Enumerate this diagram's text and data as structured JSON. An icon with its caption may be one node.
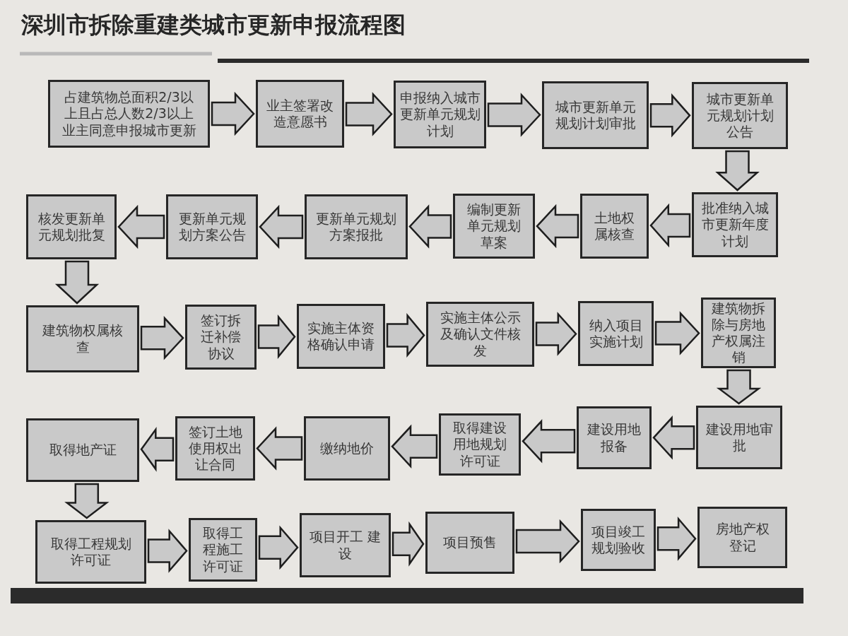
{
  "diagram": {
    "title": "深圳市拆除重建类城市更新申报流程图",
    "nodes": [
      {
        "text": [
          "占建筑物总面积2/3以上且占总人数2/3以上业主同意申报城市更新"
        ]
      },
      {
        "text": [
          "业主签署改造意愿书"
        ]
      },
      {
        "text": [
          "申报纳入城市更新单元规划计划"
        ]
      },
      {
        "text": [
          "城市更新单元规划计划审批"
        ]
      },
      {
        "text": [
          "城市更新单元规划计划公告"
        ]
      },
      {
        "text": [
          "批准纳入城市更新年度计划"
        ]
      },
      {
        "text": [
          "土地权属核查"
        ]
      },
      {
        "text": [
          "编制更新单元规划草案"
        ]
      },
      {
        "text": [
          "更新单元规划方案报批"
        ]
      },
      {
        "text": [
          "更新单元规划方案公告"
        ]
      },
      {
        "text": [
          "核发更新单元规划批复"
        ]
      },
      {
        "text": [
          "建筑物权属核查"
        ]
      },
      {
        "text": [
          "签订拆迁补偿协议"
        ]
      },
      {
        "text": [
          "实施主体资格确认申请"
        ]
      },
      {
        "text": [
          "实施主体公示及确认文件核发"
        ]
      },
      {
        "text": [
          "纳入项目实施计划"
        ]
      },
      {
        "text": [
          "建筑物拆除与房地产权属注销"
        ]
      },
      {
        "text": [
          "建设用地审批"
        ]
      },
      {
        "text": [
          "建设用地报备"
        ]
      },
      {
        "text": [
          "取得建设用地规划许可证"
        ]
      },
      {
        "text": [
          "缴纳地价"
        ]
      },
      {
        "text": [
          "签订土地使用权出让合同"
        ]
      },
      {
        "text": [
          "取得地产证"
        ]
      },
      {
        "text": [
          "取得工程规划许可证"
        ]
      },
      {
        "text": [
          "取得工程施工许可证"
        ]
      },
      {
        "text": [
          "项目开工 建设"
        ]
      },
      {
        "text": [
          "项目预售"
        ]
      },
      {
        "text": [
          "项目竣工规划验收"
        ]
      },
      {
        "text": [
          "房地产权登记"
        ]
      }
    ],
    "edges": [
      {
        "from": 0,
        "to": 1,
        "arrow": "to"
      },
      {
        "from": 1,
        "to": 2,
        "arrow": "to"
      },
      {
        "from": 2,
        "to": 3,
        "arrow": "to"
      },
      {
        "from": 3,
        "to": 4,
        "arrow": "to"
      },
      {
        "from": 4,
        "to": 5,
        "arrow": "to"
      },
      {
        "from": 5,
        "to": 6,
        "arrow": "to"
      },
      {
        "from": 6,
        "to": 7,
        "arrow": "to"
      },
      {
        "from": 7,
        "to": 8,
        "arrow": "to"
      },
      {
        "from": 8,
        "to": 9,
        "arrow": "to"
      },
      {
        "from": 9,
        "to": 10,
        "arrow": "to"
      },
      {
        "from": 10,
        "to": 11,
        "arrow": "to"
      },
      {
        "from": 11,
        "to": 12,
        "arrow": "to"
      },
      {
        "from": 12,
        "to": 13,
        "arrow": "to"
      },
      {
        "from": 13,
        "to": 14,
        "arrow": "to"
      },
      {
        "from": 14,
        "to": 15,
        "arrow": "to"
      },
      {
        "from": 15,
        "to": 16,
        "arrow": "to"
      },
      {
        "from": 16,
        "to": 17,
        "arrow": "to"
      },
      {
        "from": 17,
        "to": 18,
        "arrow": "to"
      },
      {
        "from": 18,
        "to": 19,
        "arrow": "to"
      },
      {
        "from": 19,
        "to": 20,
        "arrow": "to"
      },
      {
        "from": 20,
        "to": 21,
        "arrow": "to"
      },
      {
        "from": 21,
        "to": 22,
        "arrow": "to"
      },
      {
        "from": 22,
        "to": 23,
        "arrow": "to"
      },
      {
        "from": 23,
        "to": 24,
        "arrow": "to"
      },
      {
        "from": 24,
        "to": 25,
        "arrow": "to"
      },
      {
        "from": 25,
        "to": 26,
        "arrow": "to"
      },
      {
        "from": 26,
        "to": 27,
        "arrow": "to"
      },
      {
        "from": 27,
        "to": 28,
        "arrow": "to"
      }
    ]
  }
}
